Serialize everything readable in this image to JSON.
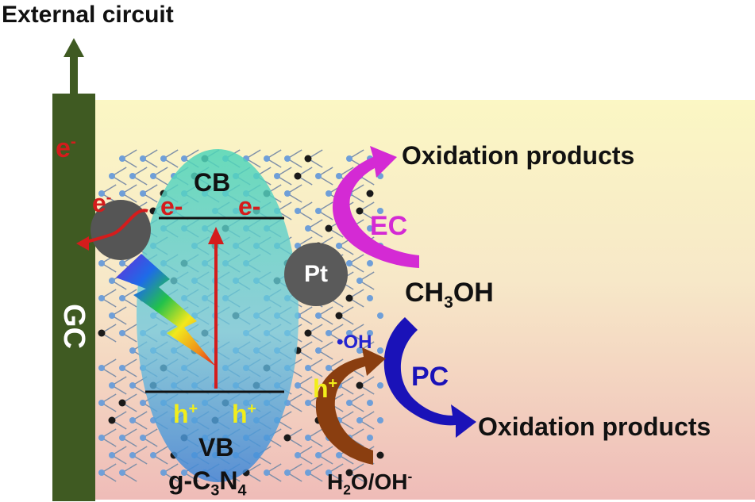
{
  "diagram": {
    "external_circuit": "External circuit",
    "electrode": "GC",
    "semiconductor": {
      "base": "g-C",
      "n1": "3",
      "mid": "N",
      "n2": "4"
    },
    "cb": "CB",
    "vb": "VB",
    "electron": "e",
    "electron_sign": "-",
    "electron_cb_1": "e-",
    "electron_cb_2": "e-",
    "hole": "h",
    "hole_sign": "+",
    "catalyst": "Pt",
    "ec": "EC",
    "pc": "PC",
    "reactant_top": {
      "a": "CH",
      "n": "3",
      "b": "OH"
    },
    "reactant_bottom": {
      "a": "H",
      "n": "2",
      "b": "O/OH",
      "sup": "-"
    },
    "radical": "•OH",
    "product_top": "Oxidation products",
    "product_bottom": "Oxidation products",
    "colors": {
      "electrode": "#3f5a22",
      "electron": "#d41c1c",
      "hole": "#f2ee1a",
      "ec_arrow": "#d42ad4",
      "pc_arrow": "#1a12b8",
      "h_arrow": "#8a3e10",
      "radical": "#2424d0",
      "band_oval": "#5fd0c8"
    }
  }
}
